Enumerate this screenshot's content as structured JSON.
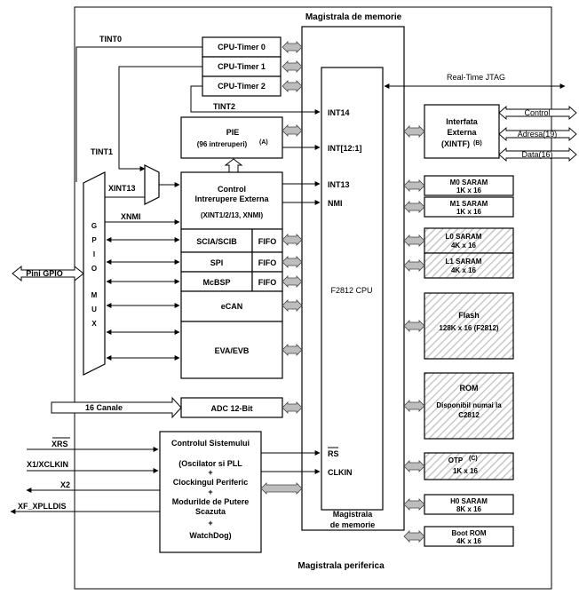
{
  "labels": {
    "magistrala_top": "Magistrala de memorie",
    "magistrala_bottom_1": "Magistrala",
    "magistrala_bottom_2": "de memorie",
    "magistrala_periferica": "Magistrala  periferica",
    "cpu": "F2812 CPU",
    "int14": "INT14",
    "int12_1": "INT[12:1]",
    "int13": "INT13",
    "nmi": "NMI",
    "rs": "RS",
    "clkin": "CLKIN",
    "realtime_jtag": "Real-Time JTAG",
    "tint0": "TINT0",
    "tint1": "TINT1",
    "tint2": "TINT2",
    "xint13": "XINT13",
    "xnmi": "XNMI",
    "pini_gpio": "Pini GPIO",
    "canale_16": "16 Canale",
    "sig_xrs": "XRS",
    "sig_x1": "X1/XCLKIN",
    "sig_x2": "X2",
    "sig_xf": "XF_XPLLDIS"
  },
  "timers": [
    "CPU-Timer 0",
    "CPU-Timer 1",
    "CPU-Timer 2"
  ],
  "pie": {
    "title": "PIE",
    "sub": "(96 intreruperi)",
    "note": "(A)"
  },
  "control_int": {
    "l1": "Control",
    "l2": "Intrerupere Externa",
    "l3": "(XINT1/2/13, XNMI)"
  },
  "peripherals": {
    "scia": "SCIA/SCIB",
    "spi": "SPI",
    "mcbsp": "McBSP",
    "fifo": "FIFO",
    "ecan": "eCAN",
    "eva": "EVA/EVB",
    "adc": "ADC  12-Bit"
  },
  "gpio_mux": [
    "G",
    "P",
    "I",
    "O",
    "",
    "M",
    "U",
    "X"
  ],
  "system": {
    "title": "Controlul Sistemului",
    "lines": [
      "(Oscilator si PLL",
      "+",
      "Clockingul Periferic",
      "+",
      "Modurilde de Putere",
      "Scazuta",
      "+",
      "WatchDog)"
    ]
  },
  "xintf": {
    "l1": "Interfata",
    "l2": "Externa",
    "l3": "(XINTF)",
    "note": "(B)",
    "sig_control": "Control",
    "sig_adresa": "Adresa(19)",
    "sig_data": "Data(16)"
  },
  "memory": {
    "m0_name": "M0 SARAM",
    "m0_size": "1K x 16",
    "m1_name": "M1 SARAM",
    "m1_size": "1K x 16",
    "l0_name": "L0 SARAM",
    "l0_size": "4K x 16",
    "l1_name": "L1 SARAM",
    "l1_size": "4K x 16",
    "flash_name": "Flash",
    "flash_size": "128K x 16 (F2812)",
    "rom_name": "ROM",
    "rom_l1": "Disponibil numai la",
    "rom_l2": "C2812",
    "otp_name": "OTP",
    "otp_note": "(C)",
    "otp_size": "1K x 16",
    "h0_name": "H0 SARAM",
    "h0_size": "8K x 16",
    "boot_name": "Boot ROM",
    "boot_size": "4K x 16"
  }
}
